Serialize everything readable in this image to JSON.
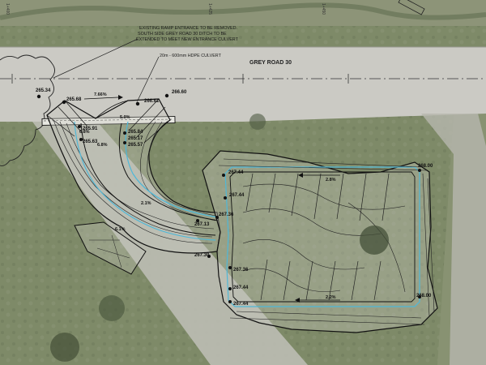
{
  "road": {
    "name": "GREY ROAD 30"
  },
  "notes": {
    "ramp_line1": "EXISTING RAMP ENTRANCE TO BE REMOVED.",
    "ramp_line2": "SOUTH SIDE GREY ROAD 30 DITCH TO BE",
    "ramp_line3": "EXTENDED TO MEET NEW ENTRANCE CULVERT",
    "culvert": "20m - 600mm HDPE CULVERT"
  },
  "stations": {
    "s1": "1+400",
    "s2": "1+425",
    "s3": "1+450"
  },
  "grades": {
    "g_entrance": "7.66%",
    "g_apron": "5.0%",
    "g_ramp_left": "6.8%",
    "g_ramp_mid": "6.8%",
    "g_curve1": "2.1%",
    "g_curve2": "6.1%",
    "g_pad_top": "2.8%",
    "g_pad_bottom": "2.2%"
  },
  "elevations": {
    "e1": "265.34",
    "e2": "265.68",
    "e3": "266.61",
    "e4": "266.60",
    "e5": "265.91",
    "e6": "265.63",
    "e7": "265.84",
    "e8": "265.17",
    "e9": "265.57",
    "e10": "267.44",
    "e11": "267.44",
    "e12": "267.36",
    "e13": "267.13",
    "e14": "267.30",
    "e15": "267.36",
    "e16": "267.44",
    "e17": "267.44",
    "e18": "268.00",
    "e19": "268.00"
  },
  "colors": {
    "grass": "#7e8a68",
    "road": "#c9c8c2",
    "linework": "#111111",
    "cyan": "#4fb8d8"
  }
}
